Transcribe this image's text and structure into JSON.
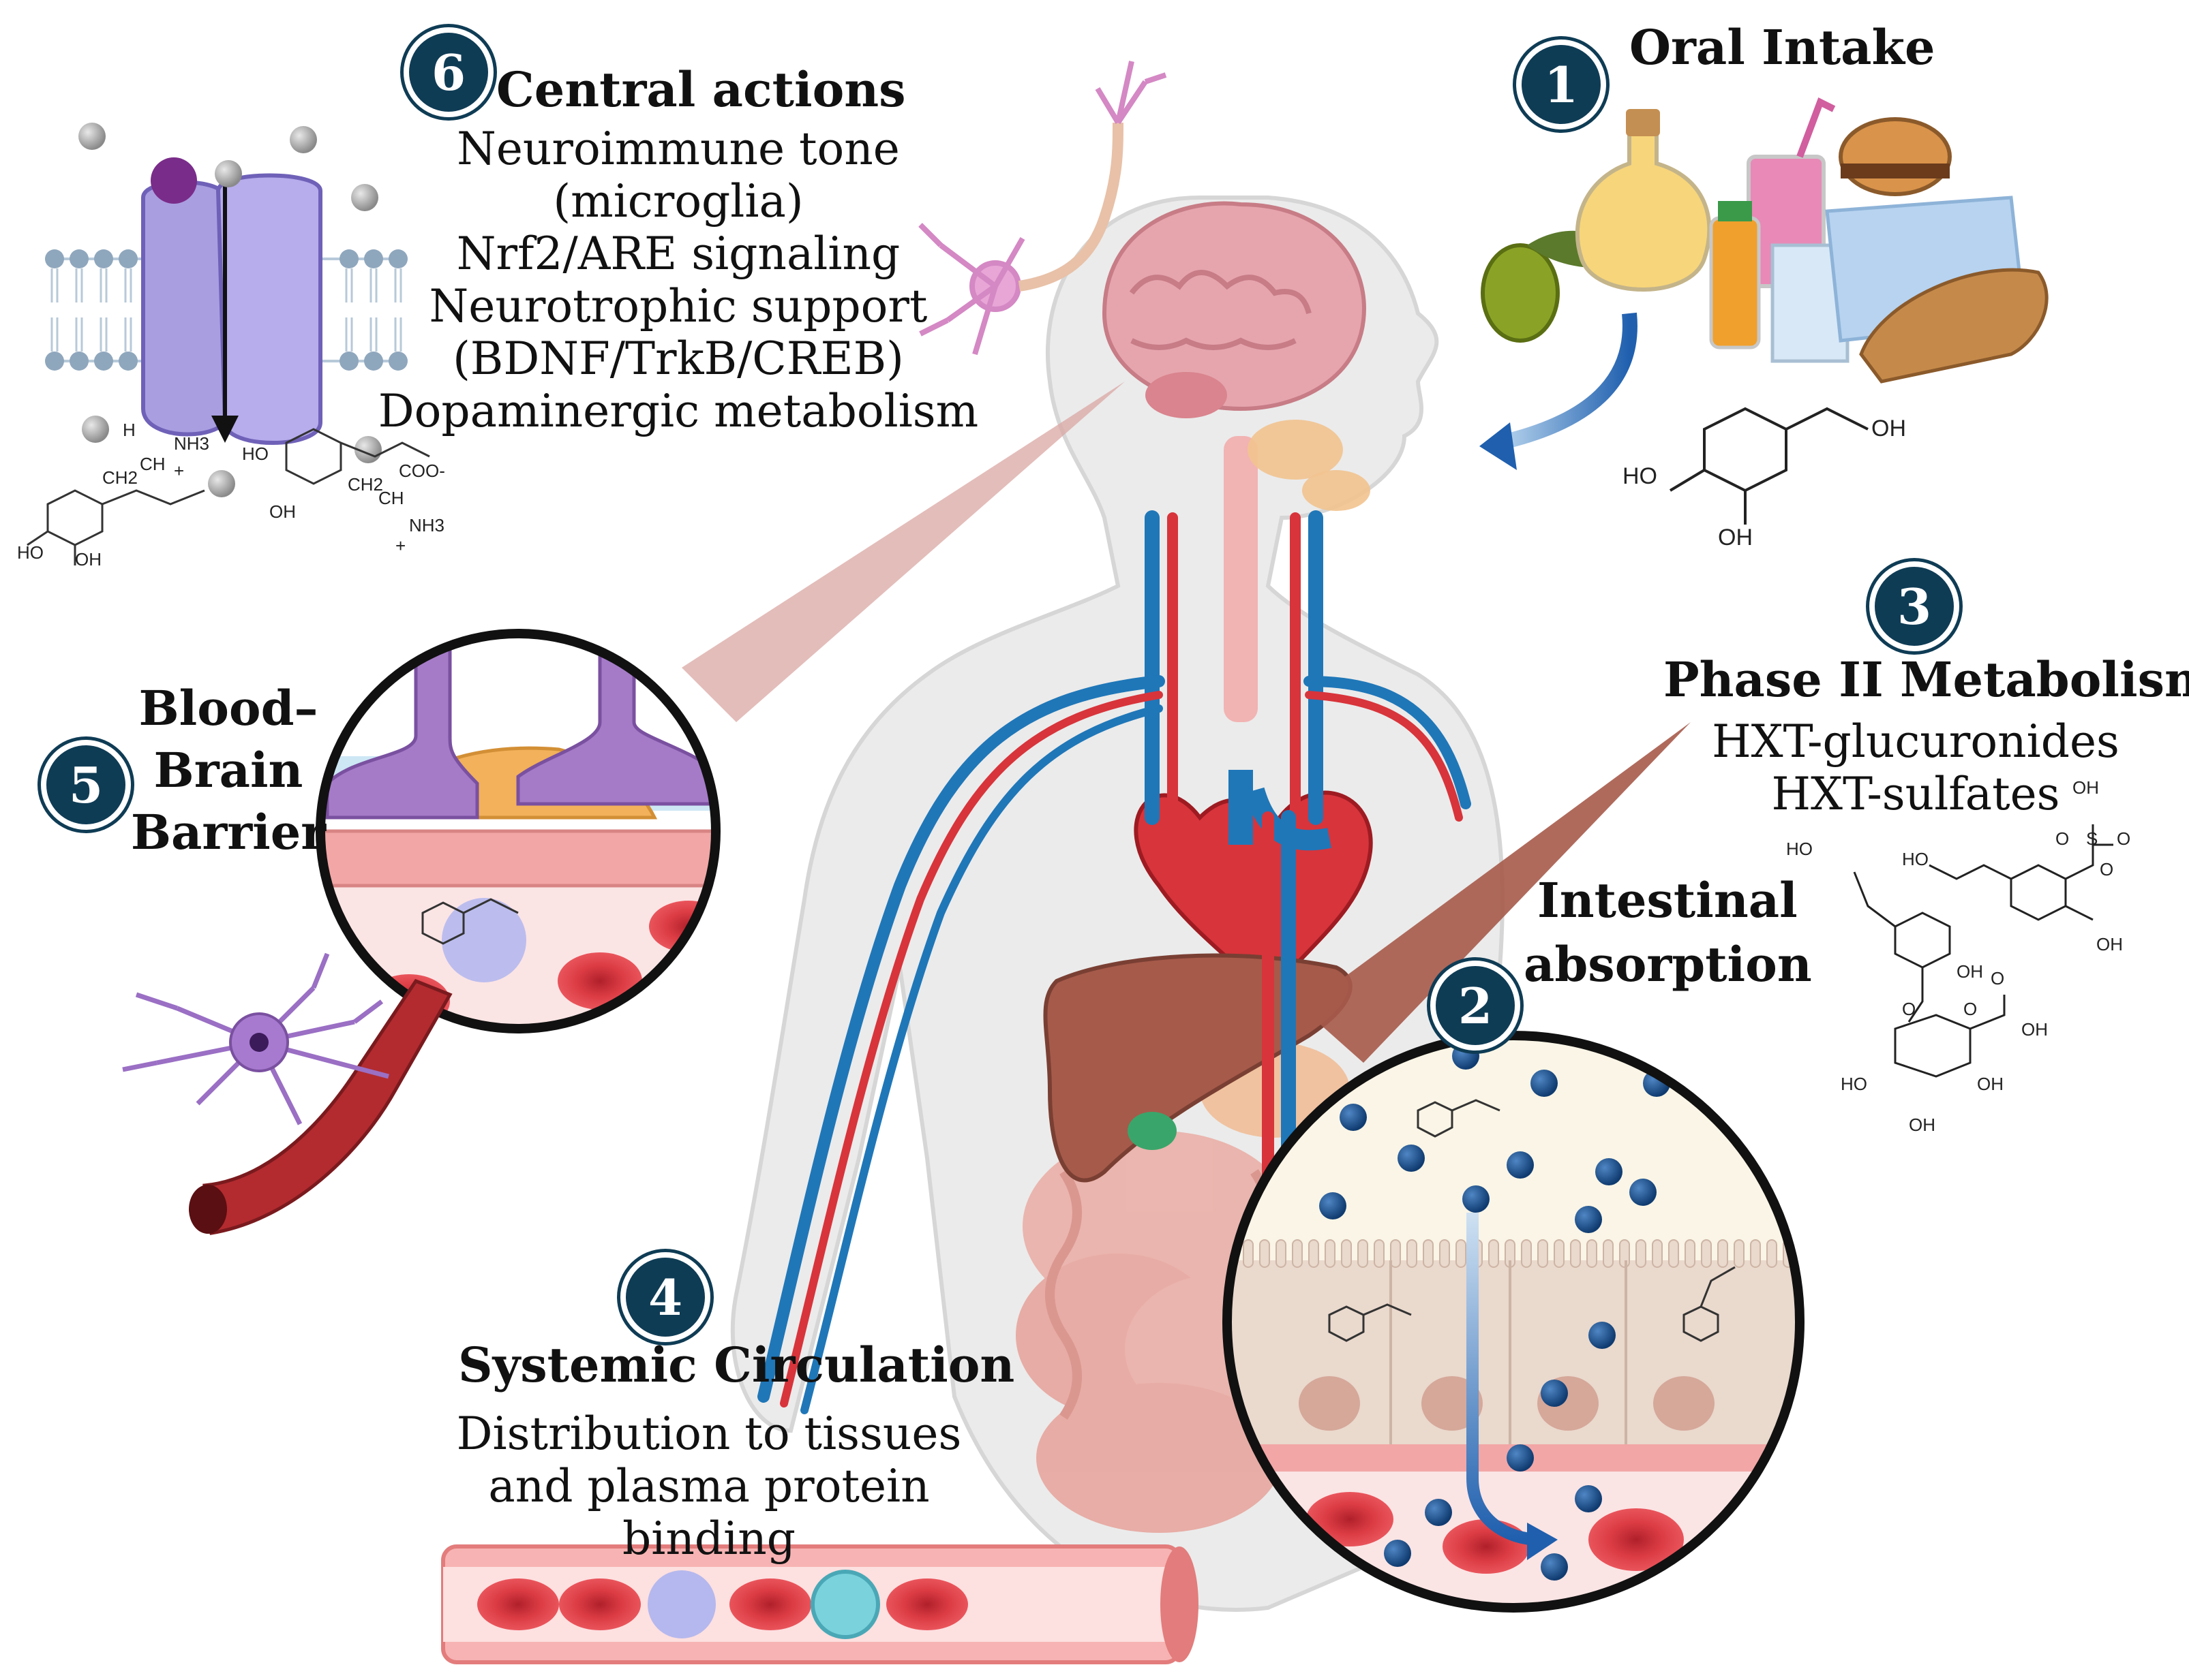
{
  "steps": {
    "s1": {
      "num": "1",
      "title": "Oral Intake"
    },
    "s2": {
      "num": "2",
      "title_line1": "Intestinal",
      "title_line2": "absorption"
    },
    "s3": {
      "num": "3",
      "title": "Phase II Metabolism",
      "lines": [
        "HXT-glucuronides",
        "HXT-sulfates"
      ]
    },
    "s4": {
      "num": "4",
      "title": "Systemic Circulation",
      "lines": [
        "Distribution to tissues",
        "and plasma protein binding"
      ]
    },
    "s5": {
      "num": "5",
      "title_lines": [
        "Blood–",
        "Brain",
        "Barrier"
      ]
    },
    "s6": {
      "num": "6",
      "title": "Central actions",
      "lines": [
        "Neuroimmune tone (microglia)",
        "Nrf2/ARE signaling",
        "Neurotrophic support",
        "(BDNF/TrkB/CREB)",
        "Dopaminergic metabolism"
      ]
    }
  },
  "chem_labels": {
    "oh": "OH",
    "ho": "HO",
    "o": "O",
    "s": "S",
    "nh3": "NH3",
    "coo": "COO-",
    "ch2": "CH2",
    "ch": "CH",
    "h": "H",
    "plus": "+"
  },
  "colors": {
    "badge": "#0f3c55",
    "blood": "#d9434a",
    "artery": "#d8343b",
    "vein": "#1f77b8",
    "neuron_purple": "#9a6fc4",
    "brain_pink": "#e6a5ad",
    "liver": "#a65a4a",
    "intestine": "#e8b4ad",
    "particle": "#1a4d8a"
  }
}
